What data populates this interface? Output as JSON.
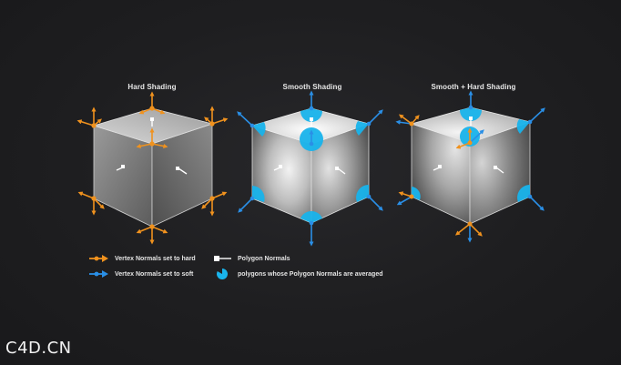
{
  "panels": [
    {
      "title": "Hard Shading"
    },
    {
      "title": "Smooth Shading"
    },
    {
      "title": "Smooth + Hard Shading"
    }
  ],
  "legend": {
    "hard": "Vertex Normals set to hard",
    "soft": "Vertex Normals set to soft",
    "polygon": "Polygon Normals",
    "averaged": "polygons whose Polygon Normals are averaged"
  },
  "watermark": "C4D.CN",
  "colors": {
    "hard_normal": "#f0921e",
    "soft_normal": "#2a8fe6",
    "averaged_area": "#19b4ec",
    "polygon_normal": "#ffffff",
    "background": "#1e1e20"
  }
}
